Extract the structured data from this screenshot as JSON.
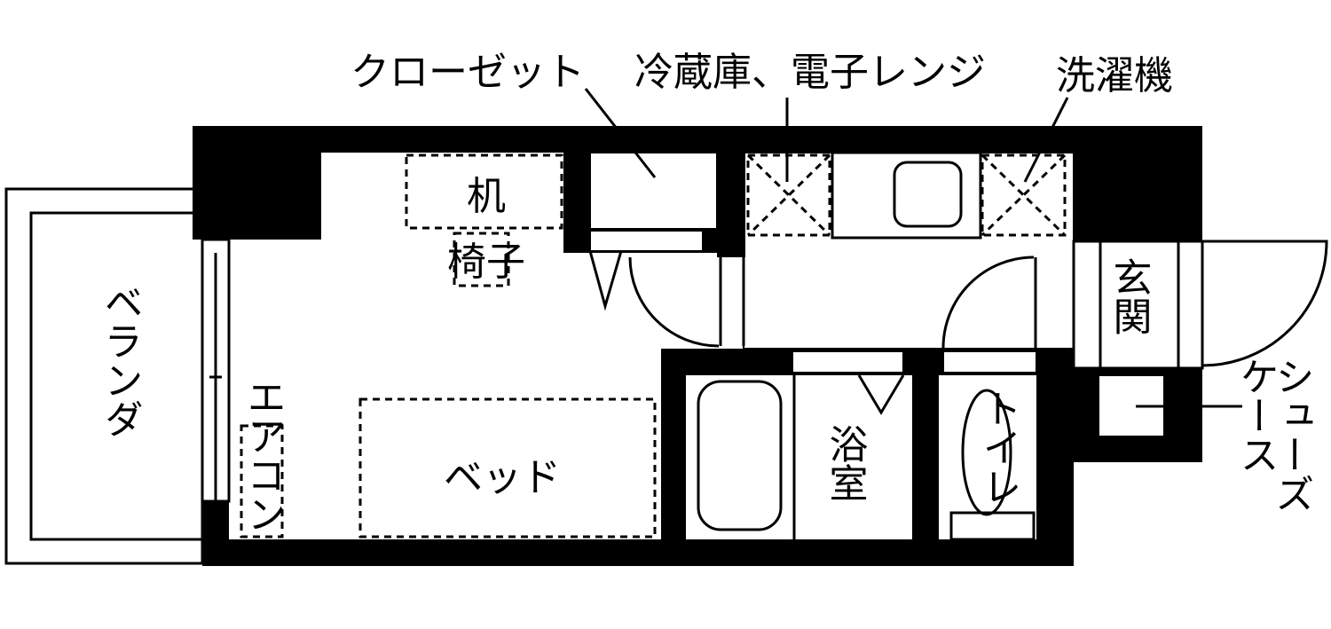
{
  "labels": {
    "closet": "クローゼット",
    "fridge_microwave": "冷蔵庫、電子レンジ",
    "washer": "洗濯機",
    "desk": "机",
    "chair": "椅子",
    "veranda": "ベランダ",
    "aircon": "エアコン",
    "bed": "ベッド",
    "bathroom": "浴室",
    "toilet": "トイレ",
    "entrance": "玄関",
    "shoe_case_1": "シューズ",
    "shoe_case_2": "ケース"
  }
}
